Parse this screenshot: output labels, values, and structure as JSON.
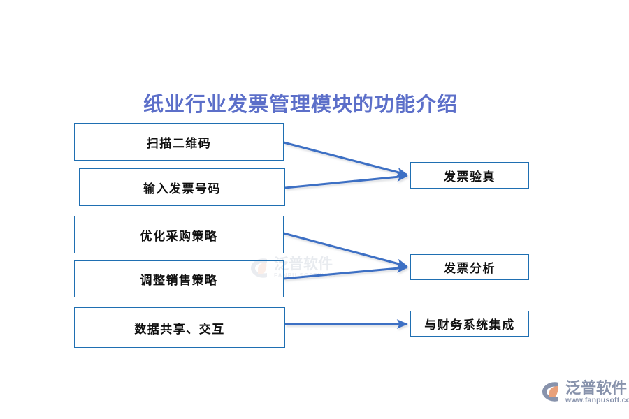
{
  "page": {
    "title": "纸业行业发票管理模块的功能介绍",
    "title_color": "#5C6FC9",
    "background_color": "#FFFFFF",
    "box_border_color": "#1F6FB2",
    "arrow_color": "#3E6FC4",
    "box_text_color": "#101010"
  },
  "flow": {
    "inputs": [
      {
        "id": "scan-qr",
        "label": "扫描二维码"
      },
      {
        "id": "input-no",
        "label": "输入发票号码"
      },
      {
        "id": "optimize",
        "label": "优化采购策略"
      },
      {
        "id": "adjust-sales",
        "label": "调整销售策略"
      },
      {
        "id": "data-share",
        "label": "数据共享、交互"
      }
    ],
    "outputs": [
      {
        "id": "verify",
        "label": "发票验真"
      },
      {
        "id": "analyze",
        "label": "发票分析"
      },
      {
        "id": "finance",
        "label": "与财务系统集成"
      }
    ],
    "connections": [
      {
        "from": "scan-qr",
        "to": "verify"
      },
      {
        "from": "input-no",
        "to": "verify"
      },
      {
        "from": "optimize",
        "to": "analyze"
      },
      {
        "from": "adjust-sales",
        "to": "analyze"
      },
      {
        "from": "data-share",
        "to": "finance"
      }
    ]
  },
  "branding": {
    "watermark": {
      "company_cn": "泛普软件",
      "company_en": "FANPU SOFTWARE"
    },
    "logo": {
      "company_cn": "泛普软件",
      "url": "www.fanpusoft.com",
      "mark_outer_color": "#8893AC",
      "mark_inner_color": "#E8A07A"
    }
  }
}
